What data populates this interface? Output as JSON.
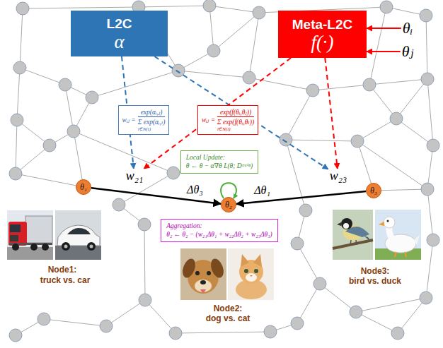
{
  "diagram": {
    "nodes": [
      {
        "text": [
          "L2C",
          "α"
        ]
      },
      {
        "text": [
          "Meta-L2C",
          "f(·)"
        ]
      },
      {
        "text": [
          "θᵢ"
        ]
      },
      {
        "text": [
          "θⱼ"
        ]
      },
      {
        "text": [
          "wᵢⱼ =",
          "exp(αᵢ,ⱼ)",
          "Σ exp(αᵢ,ₗ)",
          "l∈N(i)"
        ]
      },
      {
        "text": [
          "wᵢⱼ =",
          "exp(f(θᵢ,θⱼ))",
          "Σ exp(f(θᵢ,θₗ))",
          "l∈N(i)"
        ]
      },
      {
        "text": [
          "w₂₁"
        ]
      },
      {
        "text": [
          "w₂₃"
        ]
      },
      {
        "text": [
          "θ₁"
        ]
      },
      {
        "text": [
          "Local Update:",
          "θ ← θ − α∇θ L(θ; Dᵗʳᵃⁱⁿ)"
        ]
      },
      {
        "text": [
          "θ₂"
        ]
      },
      {
        "text": [
          "θ₃"
        ]
      },
      {
        "text": [
          "Aggregation:",
          "θ₂ ← θ₂ − (w₂₁Δθ₁ + w₂₂Δθ₂ + w₂₃Δθ₃)"
        ]
      }
    ],
    "edges": [
      {
        "from": 2,
        "to": 1,
        "arrow": "to"
      },
      {
        "from": 3,
        "to": 1,
        "arrow": "to"
      },
      {
        "from": 0,
        "to": 6,
        "arrow": "to"
      },
      {
        "from": 0,
        "to": 7,
        "arrow": "to"
      },
      {
        "from": 1,
        "to": 6,
        "arrow": "to"
      },
      {
        "from": 1,
        "to": 7,
        "arrow": "to"
      },
      {
        "from": 8,
        "to": 10,
        "label": "Δθ₃",
        "arrow": "to"
      },
      {
        "from": 11,
        "to": 10,
        "label": "Δθ₁",
        "arrow": "to"
      }
    ],
    "labels": [
      "Node1:",
      "truck vs. car",
      "Node2:",
      "dog vs. cat",
      "Node3:",
      "bird vs. duck"
    ]
  }
}
